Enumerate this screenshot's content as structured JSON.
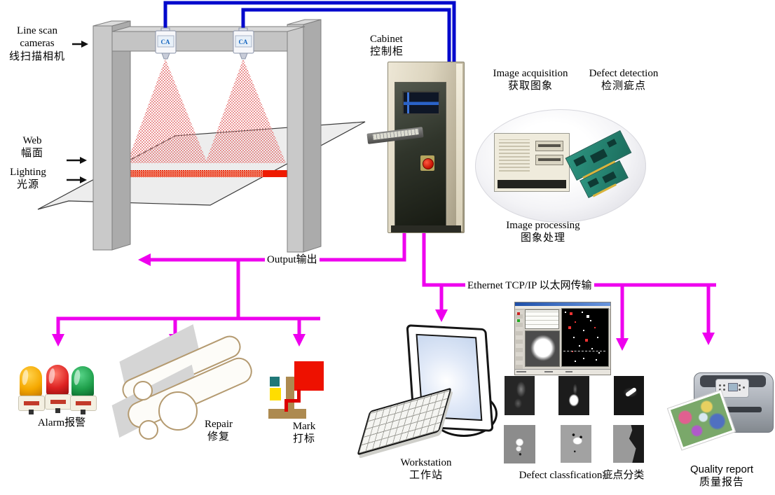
{
  "title": "Web surface inspection system diagram",
  "colors": {
    "flow_magenta": "#EE00EE",
    "cable_blue": "#0008CC",
    "cone_red": "#E46A6A",
    "laser_line_red": "#EE1A00",
    "frame_gray": "#C9C9C9",
    "beacon_amber": "#F5A800",
    "beacon_red": "#DD2222",
    "beacon_green": "#1E9E4A"
  },
  "labels": {
    "line_scan": {
      "en_line1": "Line scan",
      "en_line2": "cameras",
      "zh": "线扫描相机"
    },
    "web": {
      "en": "Web",
      "zh": "幅面"
    },
    "lighting": {
      "en": "Lighting",
      "zh": "光源"
    },
    "cabinet": {
      "en": "Cabinet",
      "zh": "控制柜"
    },
    "image_acquisition": {
      "en": "Image acquisition",
      "zh": "获取图象"
    },
    "defect_detection": {
      "en": "Defect detection",
      "zh": "检测疵点"
    },
    "image_processing": {
      "en": "Image processing",
      "zh": "图象处理"
    },
    "output": {
      "text": "Output输出"
    },
    "ethernet": {
      "text": "Ethernet TCP/IP 以太网传输"
    },
    "alarm": {
      "text": "Alarm报警"
    },
    "repair": {
      "en": "Repair",
      "zh": "修复"
    },
    "mark": {
      "en": "Mark",
      "zh": "打标"
    },
    "workstation": {
      "en": "Workstation",
      "zh": "工作站"
    },
    "defect_classification": {
      "text": "Defect classfication疵点分类"
    },
    "quality_report": {
      "en": "Quality report",
      "zh": "质量报告"
    }
  },
  "camera": {
    "logo_text": "CA",
    "count": 2
  },
  "icons": {
    "line_scan_camera": "white-box-camera-with-blue-logo",
    "light_cone": "red-hatched-triangle",
    "laser_line": "red-hatched-stripe",
    "alarm_beacons": "amber-red-green-rotating-lights",
    "repair_rollers": "gray-web-sheets-over-rollers",
    "marker_device": "red-square-marker-on-bracket",
    "workstation_pc": "monitor-and-keyboard-clipart",
    "defect_map_window": "inspection-software-screenshot",
    "defect_thumbnails": "six-grayscale-defect-images",
    "printer": "inkjet-photo-printer"
  }
}
